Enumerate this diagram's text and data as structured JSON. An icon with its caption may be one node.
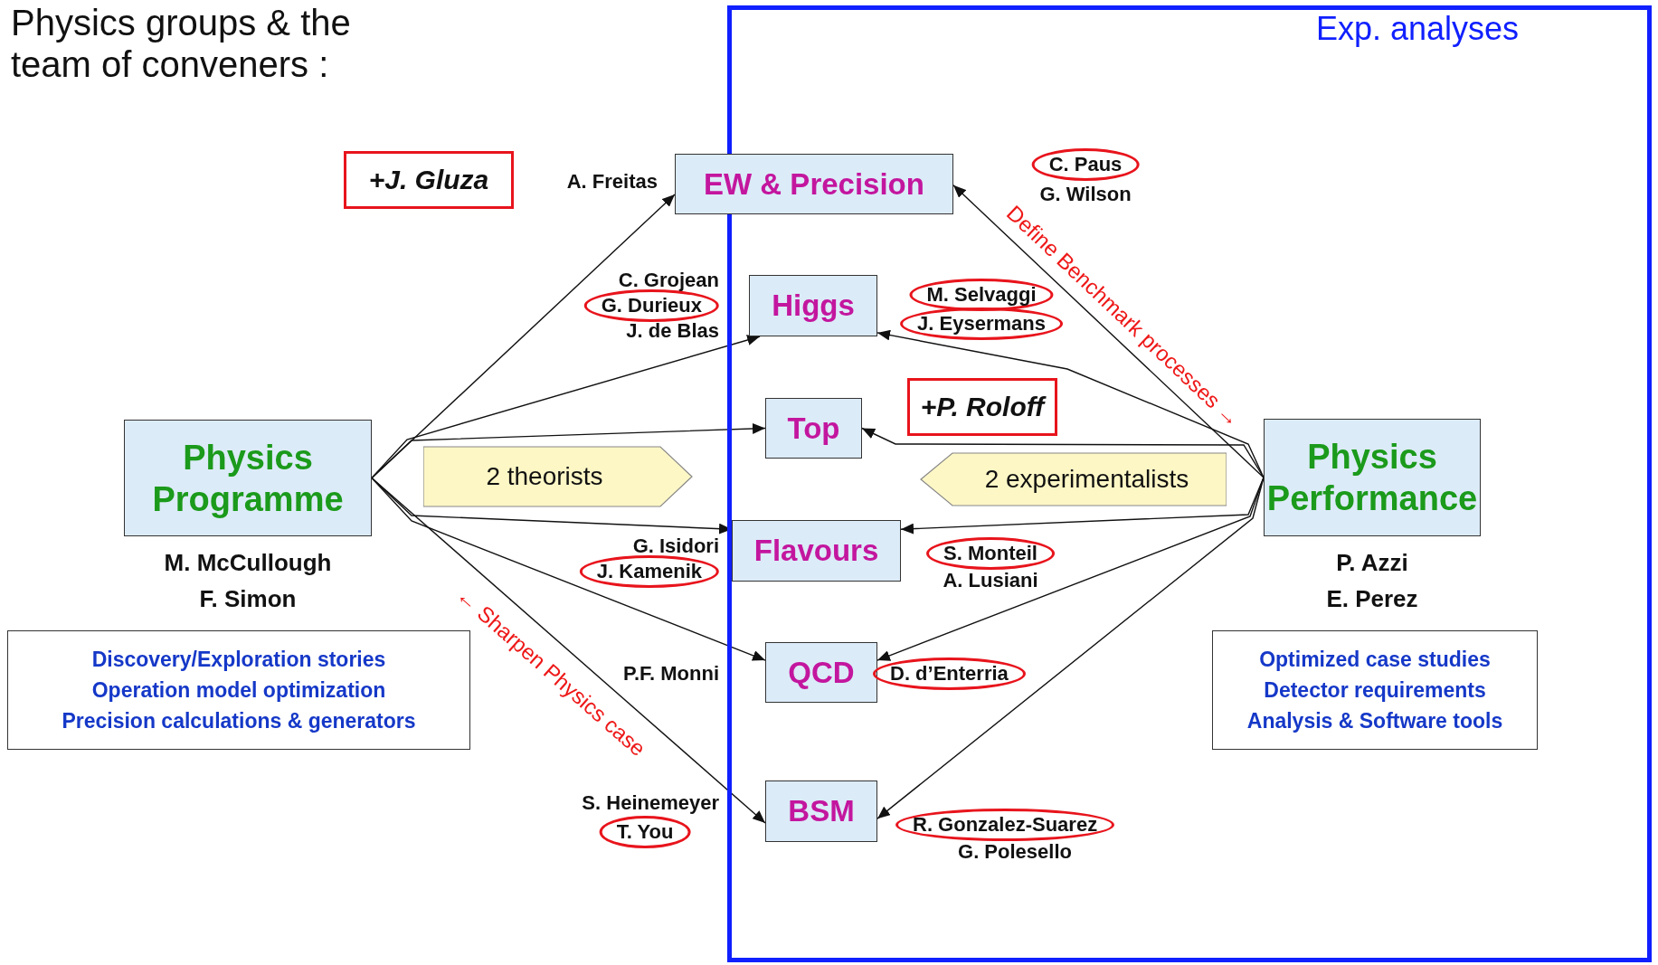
{
  "diagram": {
    "title": "Physics groups & the team of conveners :",
    "nodes": [
      {
        "text": [
          "Exp. analyses"
        ]
      },
      {
        "text": [
          "+J. Gluza"
        ]
      },
      {
        "text": [
          "EW & Precision"
        ],
        "beside": [
          "A. Freitas",
          "C. Paus",
          "G. Wilson"
        ]
      },
      {
        "text": [
          "Higgs"
        ],
        "in": 0,
        "beside": [
          "C. Grojean",
          "G. Durieux",
          "J. de Blas",
          "M. Selvaggi",
          "J. Eysermans"
        ]
      },
      {
        "text": [
          "Top"
        ],
        "in": 0
      },
      {
        "text": [
          "+P. Roloff"
        ],
        "in": 0
      },
      {
        "text": [
          "Physics Programme"
        ],
        "beside": [
          "M. McCullough",
          "F. Simon"
        ]
      },
      {
        "text": [
          "2 theorists"
        ]
      },
      {
        "text": [
          "2 experimentalists"
        ],
        "in": 0
      },
      {
        "text": [
          "Physics Performance"
        ],
        "in": 0,
        "beside": [
          "P. Azzi",
          "E. Perez"
        ]
      },
      {
        "text": [
          "Flavours"
        ],
        "in": 0,
        "beside": [
          "G. Isidori",
          "J. Kamenik",
          "S. Monteil",
          "A. Lusiani"
        ]
      },
      {
        "text": [
          "Discovery/Exploration stories",
          "Operation model optimization",
          "Precision calculations & generators"
        ]
      },
      {
        "text": [
          "Optimized case studies",
          "Detector requirements",
          "Analysis & Software tools"
        ],
        "in": 0
      },
      {
        "text": [
          "QCD"
        ],
        "in": 0,
        "beside": [
          "P.F. Monni",
          "D. d’Enterria"
        ]
      },
      {
        "text": [
          "BSM"
        ],
        "in": 0,
        "beside": [
          "S. Heinemeyer",
          "T. You",
          "R. Gonzalez-Suarez",
          "G. Polesello"
        ]
      }
    ],
    "edges": [
      {
        "from": 6,
        "to": 2,
        "arrow": "to"
      },
      {
        "from": 6,
        "to": 3,
        "arrow": "to"
      },
      {
        "from": 6,
        "to": 4,
        "arrow": "to"
      },
      {
        "from": 6,
        "to": 10,
        "arrow": "to"
      },
      {
        "from": 6,
        "to": 13,
        "arrow": "to"
      },
      {
        "from": 6,
        "to": 14,
        "arrow": "to",
        "label": "← Sharpen Physics case"
      },
      {
        "from": 9,
        "to": 2,
        "arrow": "to",
        "label": "Define Benchmark processes →"
      },
      {
        "from": 9,
        "to": 3,
        "arrow": "to"
      },
      {
        "from": 9,
        "to": 4,
        "arrow": "to"
      },
      {
        "from": 9,
        "to": 10,
        "arrow": "to"
      },
      {
        "from": 9,
        "to": 13,
        "arrow": "to"
      },
      {
        "from": 9,
        "to": 14,
        "arrow": "to"
      }
    ]
  }
}
